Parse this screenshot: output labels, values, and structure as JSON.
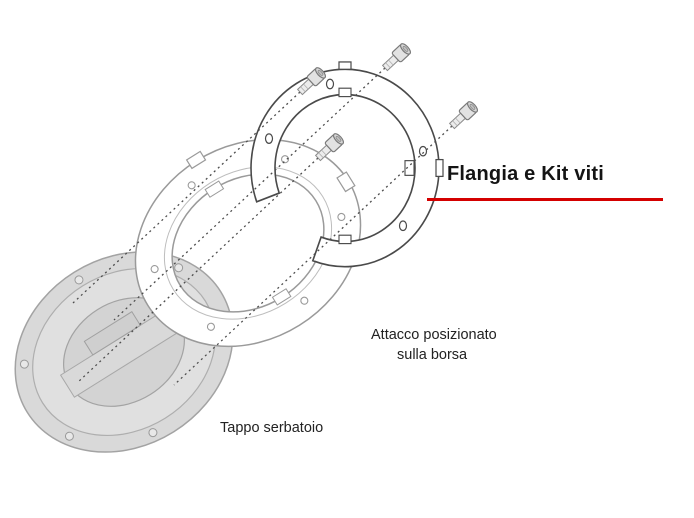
{
  "diagram": {
    "labels": {
      "flange_kit": "Flangia e Kit viti",
      "bag_mount_line1": "Attacco posizionato",
      "bag_mount_line2": "sulla borsa",
      "tank_cap": "Tappo serbatoio"
    },
    "colors": {
      "annotation_red": "#d40000",
      "outline_dark": "#4a4a4a",
      "outline_gray": "#9a9a9a",
      "cap_fill": "#d9d9d9",
      "background": "#ffffff"
    },
    "screw_count": 4
  }
}
